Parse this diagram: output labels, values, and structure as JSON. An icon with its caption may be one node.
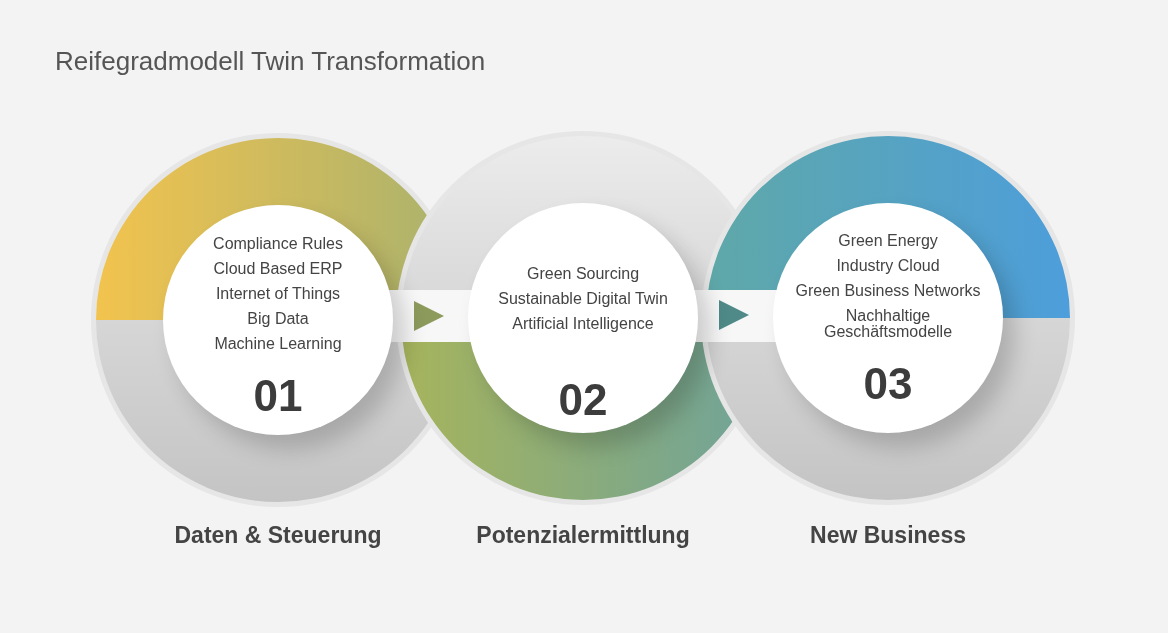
{
  "diagram": {
    "title": "Reifegradmodell Twin Transformation",
    "nodes": [
      {
        "text": [
          "Compliance Rules",
          "Cloud Based ERP",
          "Internet of Things",
          "Big Data",
          "Machine Learning",
          "01"
        ],
        "beside": [
          "Daten & Steuerung"
        ]
      },
      {
        "text": [
          "Green Sourcing",
          "Sustainable Digital Twin",
          "Artificial Intelligence",
          "02"
        ],
        "beside": [
          "Potenzialermittlung"
        ]
      },
      {
        "text": [
          "Green Energy",
          "Industry Cloud",
          "Green Business Networks",
          "Nachhaltige Geschäftsmodelle",
          "03"
        ],
        "beside": [
          "New Business"
        ]
      }
    ],
    "edges": [
      {
        "from": 0,
        "to": 1,
        "arrow": "to",
        "color": "#8c9a5c"
      },
      {
        "from": 1,
        "to": 2,
        "arrow": "to",
        "color": "#4f8a88"
      }
    ]
  }
}
